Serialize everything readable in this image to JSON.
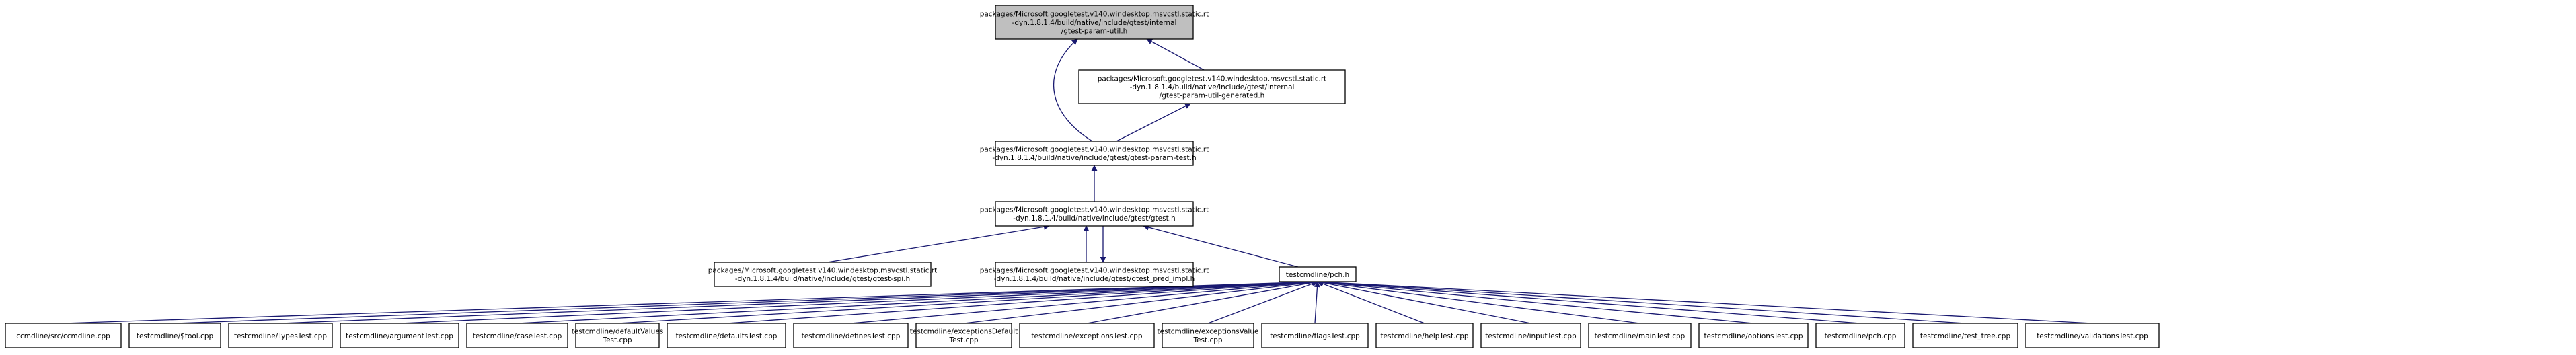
{
  "graph": {
    "nodes": {
      "gtest_param_util": {
        "lines": [
          "packages/Microsoft.googletest.v140.windesktop.msvcstl.static.rt",
          "-dyn.1.8.1.4/build/native/include/gtest/internal",
          "/gtest-param-util.h"
        ],
        "current": true
      },
      "gtest_param_util_generated": {
        "lines": [
          "packages/Microsoft.googletest.v140.windesktop.msvcstl.static.rt",
          "-dyn.1.8.1.4/build/native/include/gtest/internal",
          "/gtest-param-util-generated.h"
        ]
      },
      "gtest_param_test": {
        "lines": [
          "packages/Microsoft.googletest.v140.windesktop.msvcstl.static.rt",
          "-dyn.1.8.1.4/build/native/include/gtest/gtest-param-test.h"
        ]
      },
      "gtest": {
        "lines": [
          "packages/Microsoft.googletest.v140.windesktop.msvcstl.static.rt",
          "-dyn.1.8.1.4/build/native/include/gtest/gtest.h"
        ]
      },
      "gtest_spi": {
        "lines": [
          "packages/Microsoft.googletest.v140.windesktop.msvcstl.static.rt",
          "-dyn.1.8.1.4/build/native/include/gtest/gtest-spi.h"
        ]
      },
      "gtest_pred_impl": {
        "lines": [
          "packages/Microsoft.googletest.v140.windesktop.msvcstl.static.rt",
          "-dyn.1.8.1.4/build/native/include/gtest/gtest_pred_impl.h"
        ]
      },
      "pch_h": {
        "lines": [
          "testcmdline/pch.h"
        ]
      },
      "ccmdline_cpp": {
        "lines": [
          "ccmdline/src/ccmdline.cpp"
        ]
      },
      "ftool_cpp": {
        "lines": [
          "testcmdline/$tool.cpp"
        ]
      },
      "types_test": {
        "lines": [
          "testcmdline/TypesTest.cpp"
        ]
      },
      "argument_test": {
        "lines": [
          "testcmdline/argumentTest.cpp"
        ]
      },
      "case_test": {
        "lines": [
          "testcmdline/caseTest.cpp"
        ]
      },
      "default_values_test": {
        "lines": [
          "testcmdline/defaultValues",
          "Test.cpp"
        ]
      },
      "defaults_test": {
        "lines": [
          "testcmdline/defaultsTest.cpp"
        ]
      },
      "defines_test": {
        "lines": [
          "testcmdline/definesTest.cpp"
        ]
      },
      "exceptions_default_test": {
        "lines": [
          "testcmdline/exceptionsDefault",
          "Test.cpp"
        ]
      },
      "exceptions_test": {
        "lines": [
          "testcmdline/exceptionsTest.cpp"
        ]
      },
      "exceptions_value_test": {
        "lines": [
          "testcmdline/exceptionsValue",
          "Test.cpp"
        ]
      },
      "flags_test": {
        "lines": [
          "testcmdline/flagsTest.cpp"
        ]
      },
      "help_test": {
        "lines": [
          "testcmdline/helpTest.cpp"
        ]
      },
      "input_test": {
        "lines": [
          "testcmdline/inputTest.cpp"
        ]
      },
      "main_test": {
        "lines": [
          "testcmdline/mainTest.cpp"
        ]
      },
      "options_test": {
        "lines": [
          "testcmdline/optionsTest.cpp"
        ]
      },
      "pch_cpp": {
        "lines": [
          "testcmdline/pch.cpp"
        ]
      },
      "test_tree": {
        "lines": [
          "testcmdline/test_tree.cpp"
        ]
      },
      "validations_test": {
        "lines": [
          "testcmdline/validationsTest.cpp"
        ]
      }
    },
    "edges": [
      {
        "from": "gtest_param_util_generated",
        "to": "gtest_param_util"
      },
      {
        "from": "gtest_param_test",
        "to": "gtest_param_util"
      },
      {
        "from": "gtest_param_test",
        "to": "gtest_param_util_generated"
      },
      {
        "from": "gtest",
        "to": "gtest_param_test"
      },
      {
        "from": "gtest_spi",
        "to": "gtest"
      },
      {
        "from": "gtest_pred_impl",
        "to": "gtest"
      },
      {
        "from": "gtest",
        "to": "gtest_pred_impl"
      },
      {
        "from": "pch_h",
        "to": "gtest"
      },
      {
        "from": "ccmdline_cpp",
        "to": "pch_h"
      },
      {
        "from": "ftool_cpp",
        "to": "pch_h"
      },
      {
        "from": "types_test",
        "to": "pch_h"
      },
      {
        "from": "argument_test",
        "to": "pch_h"
      },
      {
        "from": "case_test",
        "to": "pch_h"
      },
      {
        "from": "default_values_test",
        "to": "pch_h"
      },
      {
        "from": "defaults_test",
        "to": "pch_h"
      },
      {
        "from": "defines_test",
        "to": "pch_h"
      },
      {
        "from": "exceptions_default_test",
        "to": "pch_h"
      },
      {
        "from": "exceptions_test",
        "to": "pch_h"
      },
      {
        "from": "exceptions_value_test",
        "to": "pch_h"
      },
      {
        "from": "flags_test",
        "to": "pch_h"
      },
      {
        "from": "help_test",
        "to": "pch_h"
      },
      {
        "from": "input_test",
        "to": "pch_h"
      },
      {
        "from": "main_test",
        "to": "pch_h"
      },
      {
        "from": "options_test",
        "to": "pch_h"
      },
      {
        "from": "pch_cpp",
        "to": "pch_h"
      },
      {
        "from": "test_tree",
        "to": "pch_h"
      },
      {
        "from": "validations_test",
        "to": "pch_h"
      }
    ]
  }
}
